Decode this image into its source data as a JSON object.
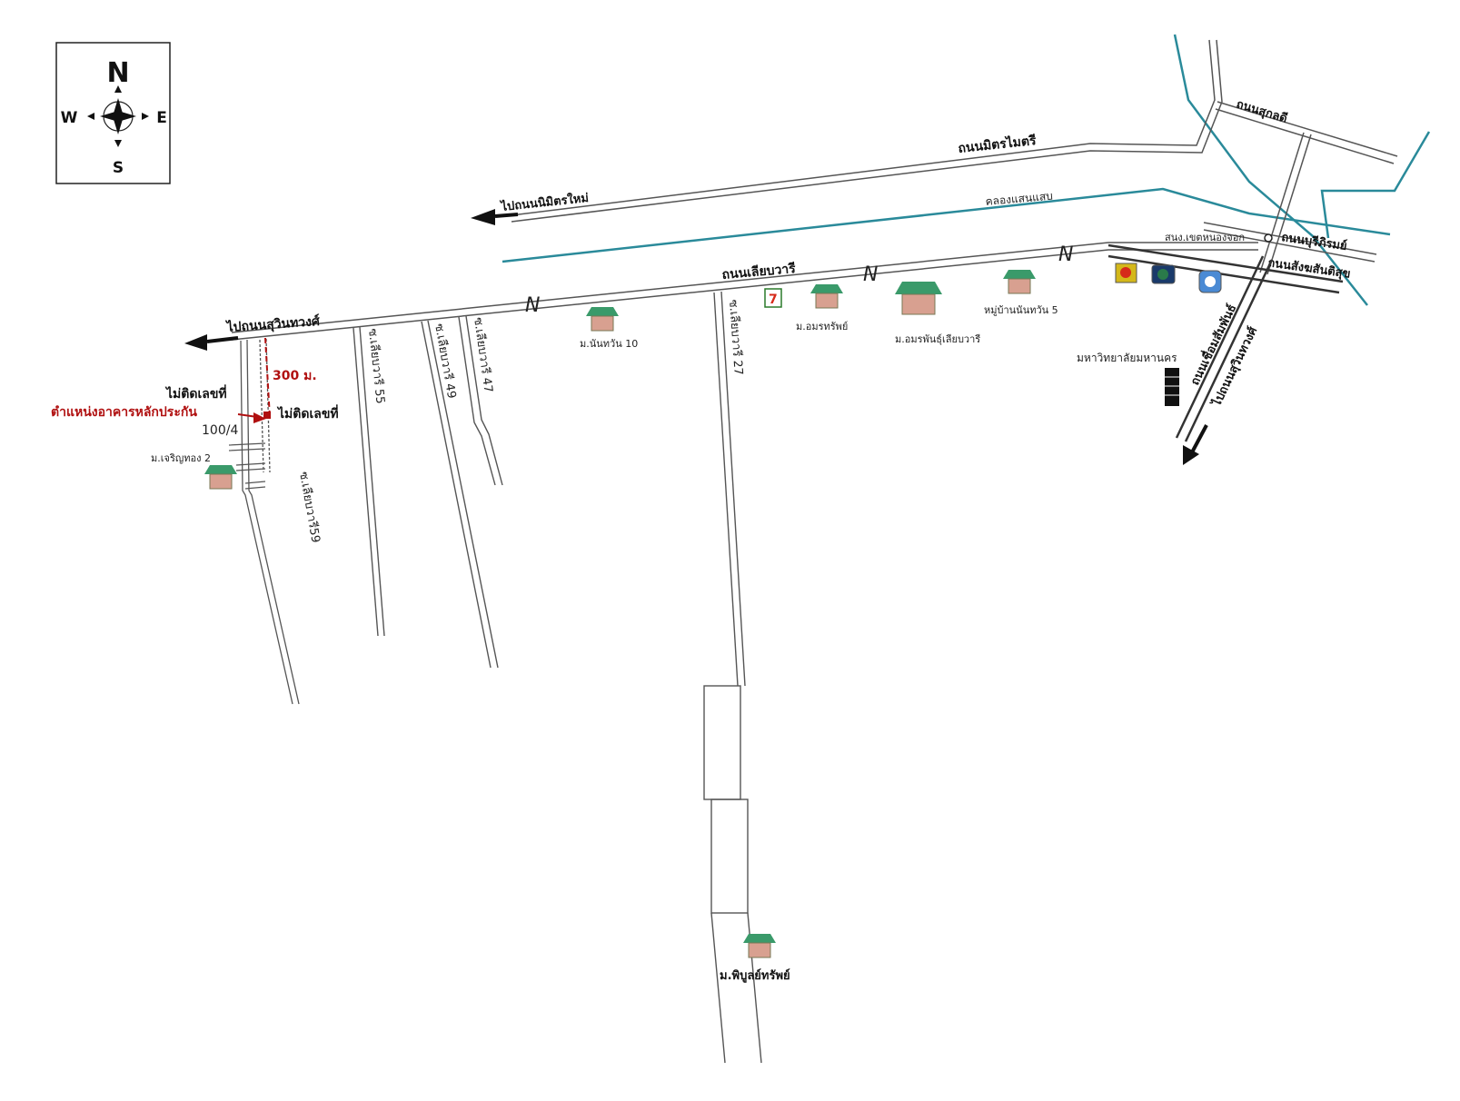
{
  "compass": {
    "n": "N",
    "s": "S",
    "e": "E",
    "w": "W"
  },
  "roads": {
    "main": "ถนนเลียบวารี",
    "mitmaitri": "ถนนมิตรไมตรี",
    "sukapibal": "ถนนสุกลดี",
    "burirom": "ถนนบุรีภิรมย์",
    "sangsansuk": "ถนนสังฆสันติสุข",
    "chuem_samphan": "ถนนเชื่อมสัมพันธ์",
    "suwinthawong": "ไปถนนสุวินทวงศ์"
  },
  "directions": {
    "to_nimit_mai": "ไปถนนนิมิตรใหม่",
    "to_suwinthawong_west": "ไปถนนสุวินทวงศ์",
    "to_suwinthawong_south": "ไปถนนสุวินทวงศ์"
  },
  "canal": "คลองแสนแสบ",
  "sois": {
    "s27": "ซ.เลียบวารี 27",
    "s47": "ซ.เลียบวารี 47",
    "s49": "ซ.เลียบวารี 49",
    "s55": "ซ.เลียบวารี 55",
    "s59": "ซ.เลียบวารี59"
  },
  "villages": {
    "nanthawan10": "ม.นันทวัน 10",
    "amornsap": "ม.อมรทรัพย์",
    "amornphan": "ม.อมรพันธุ์เลียบวารี",
    "nanthawan5": "หมู่บ้านนันทวัน 5",
    "phiboon": "ม.พิบูลย์ทรัพย์",
    "charoen": "ม.เจริญทอง 2"
  },
  "places": {
    "university": "มหาวิทยาลัยมหานคร",
    "district_office": "สนง.เขตหนองจอก"
  },
  "subject": {
    "location": "ตำแหน่งอาคารหลักประกัน",
    "house_no": "100/4",
    "no_number_1": "ไม่ติดเลขที่",
    "no_number_2": "ไม่ติดเลขที่",
    "distance": "300 ม."
  },
  "colors": {
    "road": "#555555",
    "canal": "#2a8a9a",
    "highlight": "#b01010"
  }
}
